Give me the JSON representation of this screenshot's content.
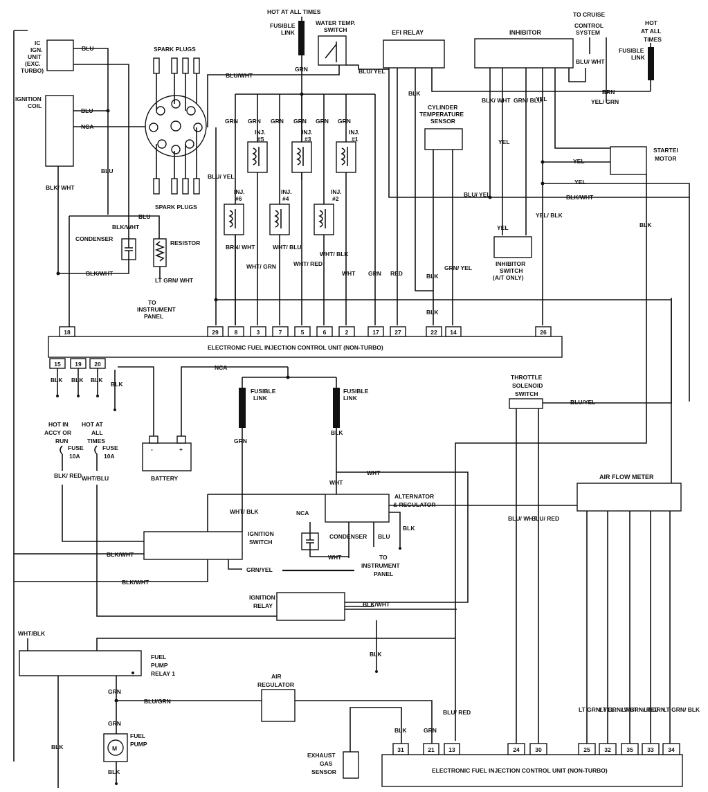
{
  "ecu_top_label": "ELECTRONIC FUEL INJECTION CONTROL UNIT (NON-TURBO)",
  "ecu_bottom_label": "ELECTRONIC FUEL INJECTION CONTROL UNIT (NON-TURBO)",
  "components": {
    "ic_ign_unit": [
      "IC",
      "IGN.",
      "UNIT",
      "(EXC.",
      "TURBO)"
    ],
    "ignition_coil": [
      "IGNITION",
      "COIL"
    ],
    "spark_plugs": "SPARK PLUGS",
    "condenser": "CONDENSER",
    "resistor": "RESISTOR",
    "to_instrument_panel": [
      "TO",
      "INSTRUMENT",
      "PANEL"
    ],
    "hot_at_all_times_top": "HOT AT ALL TIMES",
    "fusible_link_top": [
      "FUSIBLE",
      "LINK"
    ],
    "water_temp_switch": [
      "WATER TEMP.",
      "SWITCH"
    ],
    "efi_relay": "EFI RELAY",
    "inhibitor": "INHIBITOR",
    "to_cruise": [
      "TO CRUISE",
      "CONTROL",
      "SYSTEM"
    ],
    "hot_at_all_times_right": [
      "HOT",
      "AT ALL",
      "TIMES"
    ],
    "fusible_link_right": [
      "FUSIBLE",
      "LINK"
    ],
    "cyl_temp_sensor": [
      "CYLINDER",
      "TEMPERATURE",
      "SENSOR"
    ],
    "starter_motor": [
      "STARTEI",
      "MOTOR"
    ],
    "inhibitor_switch": [
      "INHIBITOR",
      "SWITCH",
      "(A/T ONLY)"
    ],
    "injectors": [
      "INJ.",
      "#5",
      "INJ.",
      "#3",
      "INJ.",
      "#1",
      "INJ.",
      "#6",
      "INJ.",
      "#4",
      "INJ.",
      "#2"
    ],
    "fusible_link_a": [
      "FUSIBLE",
      "LINK"
    ],
    "fusible_link_b": [
      "FUSIBLE",
      "LINK"
    ],
    "throttle_switch": [
      "THROTTLE",
      "SOLENOID",
      "SWITCH"
    ],
    "hot_accy": [
      "HOT IN",
      "ACCY OR",
      "RUN"
    ],
    "hot_all": [
      "HOT AT",
      "ALL",
      "TIMES"
    ],
    "fuse_a": [
      "FUSE",
      "10A"
    ],
    "fuse_b": [
      "FUSE",
      "10A"
    ],
    "battery": "BATTERY",
    "alternator": [
      "ALTERNATOR",
      "& REGULATOR"
    ],
    "nca": "NCA",
    "condenser2": "CONDENSER",
    "to_instr2": [
      "TO",
      "INSTRUMENT",
      "PANEL"
    ],
    "ignition_switch": [
      "IGNITION",
      "SWITCH"
    ],
    "air_flow_meter": "AIR FLOW METER",
    "ignition_relay": [
      "IGNITION",
      "RELAY"
    ],
    "fuel_pump_relay": [
      "FUEL",
      "PUMP",
      "RELAY 1"
    ],
    "air_regulator": [
      "AIR",
      "REGULATOR"
    ],
    "fuel_pump": [
      "FUEL",
      "PUMP"
    ],
    "exhaust_sensor": [
      "EXHAUST",
      "GAS",
      "SENSOR"
    ],
    "pump_symbol": "M"
  },
  "pins_top": [
    "18",
    "29",
    "8",
    "3",
    "7",
    "5",
    "6",
    "2",
    "17",
    "27",
    "22",
    "14",
    "26"
  ],
  "pins_top_lower": [
    "15",
    "19",
    "20"
  ],
  "pins_bottom": [
    "31",
    "21",
    "13",
    "24",
    "30",
    "25",
    "32",
    "35",
    "33",
    "34"
  ],
  "wires": {
    "blu": "BLU",
    "nca": "NCA",
    "blk_wht": "BLK/WHT",
    "blu_wht": "BLU/WHT",
    "grn": "GRN",
    "blu_yel": "BLU/ YEL",
    "blk": "BLK",
    "brn": "BRN",
    "yel": "YEL",
    "blk_wht2": "BLK/ WHT",
    "grn_blu": "GRN/ BLU",
    "yel_grn": "YEL/ GRN",
    "blu_wht2": "BLU/ WHT",
    "brn_wht": "BRN/ WHT",
    "wht_grn": "WHT/ GRN",
    "wht_blu": "WHT/ BLU",
    "wht_red": "WHT/ RED",
    "wht_blk": "WHT/ BLK",
    "wht": "WHT",
    "red": "RED",
    "grn_yel": "GRN/ YEL",
    "yel_blk": "YEL/ BLK",
    "lt_grn_wht": "LT GRN/ WHT",
    "blk_red": "BLK/ RED",
    "wht_blu2": "WHT/BLU",
    "wht_blk2": "WHT/ BLK",
    "grn_yel2": "GRN/YEL",
    "blu_yel2": "BLU/YEL",
    "blu_grn": "BLU/GRN",
    "blu_red": "BLU/ RED",
    "wht_blk3": "WHT/BLK",
    "blu_wht3": "BLU/ WHT",
    "blu_red2": "BLU/ RED",
    "lt_grn_yel": "LT GRN/ YEL",
    "lt_grn_wht2": "LT GRN/ WHT",
    "lt_grn_red": "LT GRN/ RED",
    "lt_grn": "LT GRN",
    "lt_grn_blk": "LT GRN/ BLK"
  }
}
